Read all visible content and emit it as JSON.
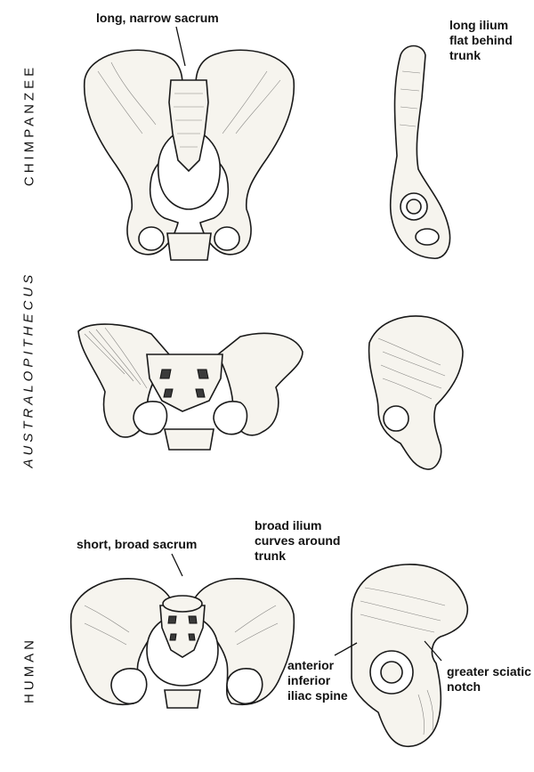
{
  "rows": {
    "chimp": {
      "label": "CHIMPANZEE"
    },
    "australopithecus": {
      "label": "AUSTRALOPITHECUS"
    },
    "human": {
      "label": "HUMAN"
    }
  },
  "annotations": {
    "chimp_sacrum": "long, narrow sacrum",
    "chimp_ilium": [
      "long ilium",
      "flat behind",
      "trunk"
    ],
    "human_sacrum": "short, broad sacrum",
    "human_ilium": [
      "broad ilium",
      "curves around",
      "trunk"
    ],
    "human_aiis": [
      "anterior",
      "inferior",
      "iliac spine"
    ],
    "human_sciatic": [
      "greater sciatic",
      "notch"
    ]
  }
}
